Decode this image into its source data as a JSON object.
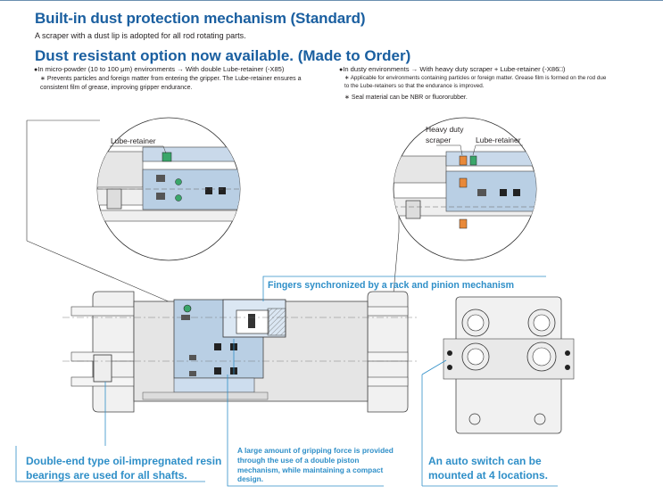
{
  "heading1": "Built-in dust protection mechanism (Standard)",
  "heading1_sub": "A scraper with a dust lip is adopted for all rod rotating parts.",
  "heading2": "Dust resistant option now available. (Made to Order)",
  "left_option": {
    "title": "In micro-powder (10 to 100 μm) environments → With double Lube-retainer (-X85)",
    "note": "Prevents particles and foreign matter from entering the gripper. The Lube-retainer ensures a consistent film of grease, improving gripper endurance.",
    "label": "Lube-retainer"
  },
  "right_option": {
    "title": "In dusty environments → With heavy duty scraper + Lube-retainer (-X86□)",
    "note1": "Applicable for environments containing particles or foreign matter. Grease film is formed on the rod due to the Lube-retainers so that the endurance is improved.",
    "note2": "Seal material can be NBR or fluororubber.",
    "label_scraper": "Heavy duty scraper",
    "label_lube": "Lube-retainer"
  },
  "callouts": {
    "rack_pinion": "Fingers synchronized by a rack and pinion mechanism",
    "bearings": "Double-end type oil-impregnated resin bearings are used for all shafts.",
    "gripping_force": "A large amount of gripping force is provided through the use of a double piston mechanism, while maintaining a compact design.",
    "auto_switch": "An auto switch can be mounted at 4 locations."
  },
  "colors": {
    "heading": "#1a5fa0",
    "caption": "#2f8fc8",
    "section_fill": "#b9cfe4",
    "metal": "#d9d9d9",
    "seal_orange": "#e8893a",
    "oring_green": "#3aa66a"
  },
  "icons": [
    "bullet-dot-icon",
    "asterisk-note-icon"
  ]
}
